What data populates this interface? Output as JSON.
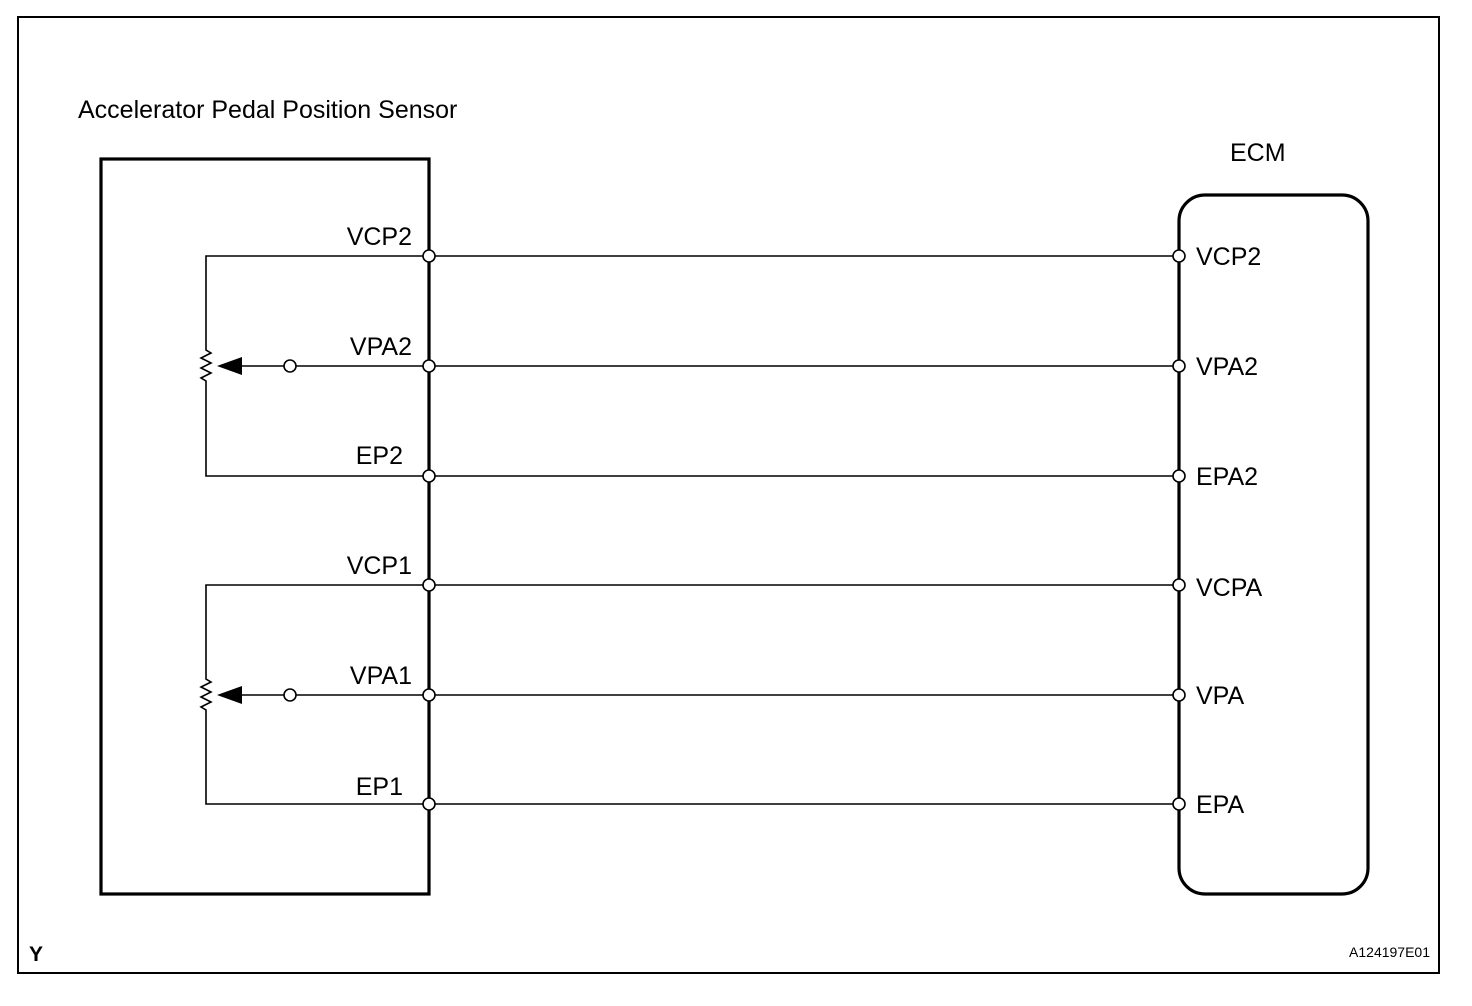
{
  "sensor": {
    "title": "Accelerator Pedal Position Sensor",
    "terminals": [
      "VCP2",
      "VPA2",
      "EP2",
      "VCP1",
      "VPA1",
      "EP1"
    ]
  },
  "ecm": {
    "title": "ECM",
    "terminals": [
      "VCP2",
      "VPA2",
      "EPA2",
      "VCPA",
      "VPA",
      "EPA"
    ]
  },
  "footer": {
    "corner_mark": "Y",
    "figure_id": "A124197E01"
  }
}
